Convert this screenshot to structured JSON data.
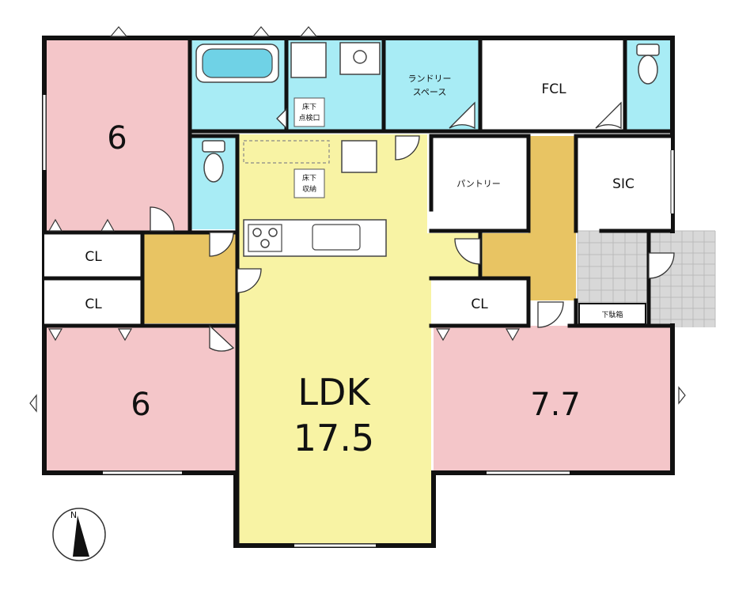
{
  "colors": {
    "bedroom": "#f4c6c9",
    "ldk": "#f8f3a4",
    "water": "#a8ecf5",
    "hall": "#e8c463",
    "white": "#ffffff",
    "entry_tile": "#d8d8d8"
  },
  "rooms": {
    "bedroom_nw": "6",
    "bedroom_sw": "6",
    "bedroom_se": "7.7",
    "ldk_name": "LDK",
    "ldk_size": "17.5",
    "laundry_line1": "ランドリー",
    "laundry_line2": "スペース",
    "fcl": "FCL",
    "pantry": "パントリー",
    "sic": "SIC",
    "cl_upper": "CL",
    "cl_lower": "CL",
    "cl_east": "CL",
    "shoe_box": "下駄箱",
    "floor_inspect_line1": "床下",
    "floor_inspect_line2": "点検口",
    "floor_storage_line1": "床下",
    "floor_storage_line2": "収納"
  },
  "compass": {
    "north": "N"
  },
  "icons": {
    "compass": "north-arrow-icon",
    "bathtub": "bathtub-icon",
    "toilet": "toilet-icon",
    "sink": "sink-icon",
    "stove": "stove-icon",
    "door": "door-swing-icon"
  }
}
